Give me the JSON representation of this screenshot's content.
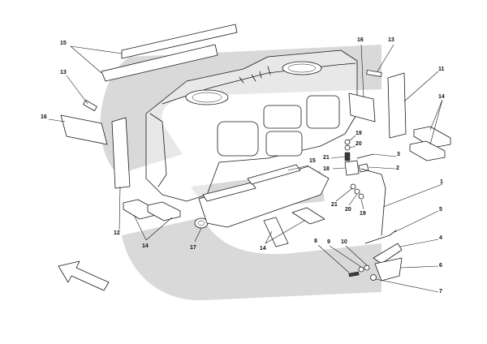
{
  "diagram": {
    "background_color": "#ffffff",
    "watermark_color": "#d9d9d9",
    "line_color": "#1a1a1a",
    "callouts": [
      {
        "id": "c15a",
        "label": "15"
      },
      {
        "id": "c13a",
        "label": "13"
      },
      {
        "id": "c16a",
        "label": "16"
      },
      {
        "id": "c12",
        "label": "12"
      },
      {
        "id": "c14a",
        "label": "14"
      },
      {
        "id": "c17",
        "label": "17"
      },
      {
        "id": "c14b",
        "label": "14"
      },
      {
        "id": "c15b",
        "label": "15"
      },
      {
        "id": "c16b",
        "label": "16"
      },
      {
        "id": "c13b",
        "label": "13"
      },
      {
        "id": "c11",
        "label": "11"
      },
      {
        "id": "c14c",
        "label": "14"
      },
      {
        "id": "c19a",
        "label": "19"
      },
      {
        "id": "c20a",
        "label": "20"
      },
      {
        "id": "c21a",
        "label": "21"
      },
      {
        "id": "c3",
        "label": "3"
      },
      {
        "id": "c18",
        "label": "18"
      },
      {
        "id": "c2",
        "label": "2"
      },
      {
        "id": "c1",
        "label": "1"
      },
      {
        "id": "c21b",
        "label": "21"
      },
      {
        "id": "c20b",
        "label": "20"
      },
      {
        "id": "c19b",
        "label": "19"
      },
      {
        "id": "c5",
        "label": "5"
      },
      {
        "id": "c4",
        "label": "4"
      },
      {
        "id": "c8",
        "label": "8"
      },
      {
        "id": "c9",
        "label": "9"
      },
      {
        "id": "c10",
        "label": "10"
      },
      {
        "id": "c6",
        "label": "6"
      },
      {
        "id": "c7",
        "label": "7"
      }
    ]
  }
}
